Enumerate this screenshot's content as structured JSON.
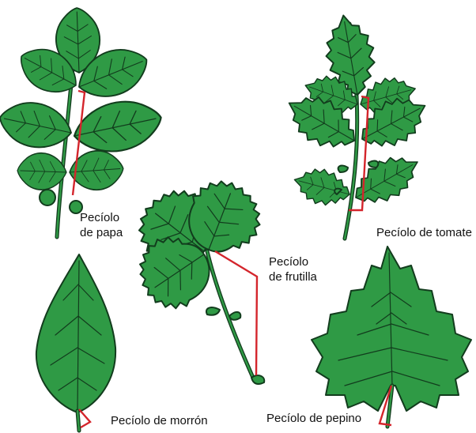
{
  "labels": {
    "papa": [
      "Pecíolo",
      "de papa"
    ],
    "frutilla": [
      "Pecíolo",
      "de frutilla"
    ],
    "tomate": "Pecíolo de tomate",
    "morron": "Pecíolo de morrón",
    "pepino": "Pecíolo de pepino"
  },
  "colors": {
    "leaf": "#2f9a45",
    "outline": "#123c1d",
    "petiole_marker": "#d4252c"
  }
}
